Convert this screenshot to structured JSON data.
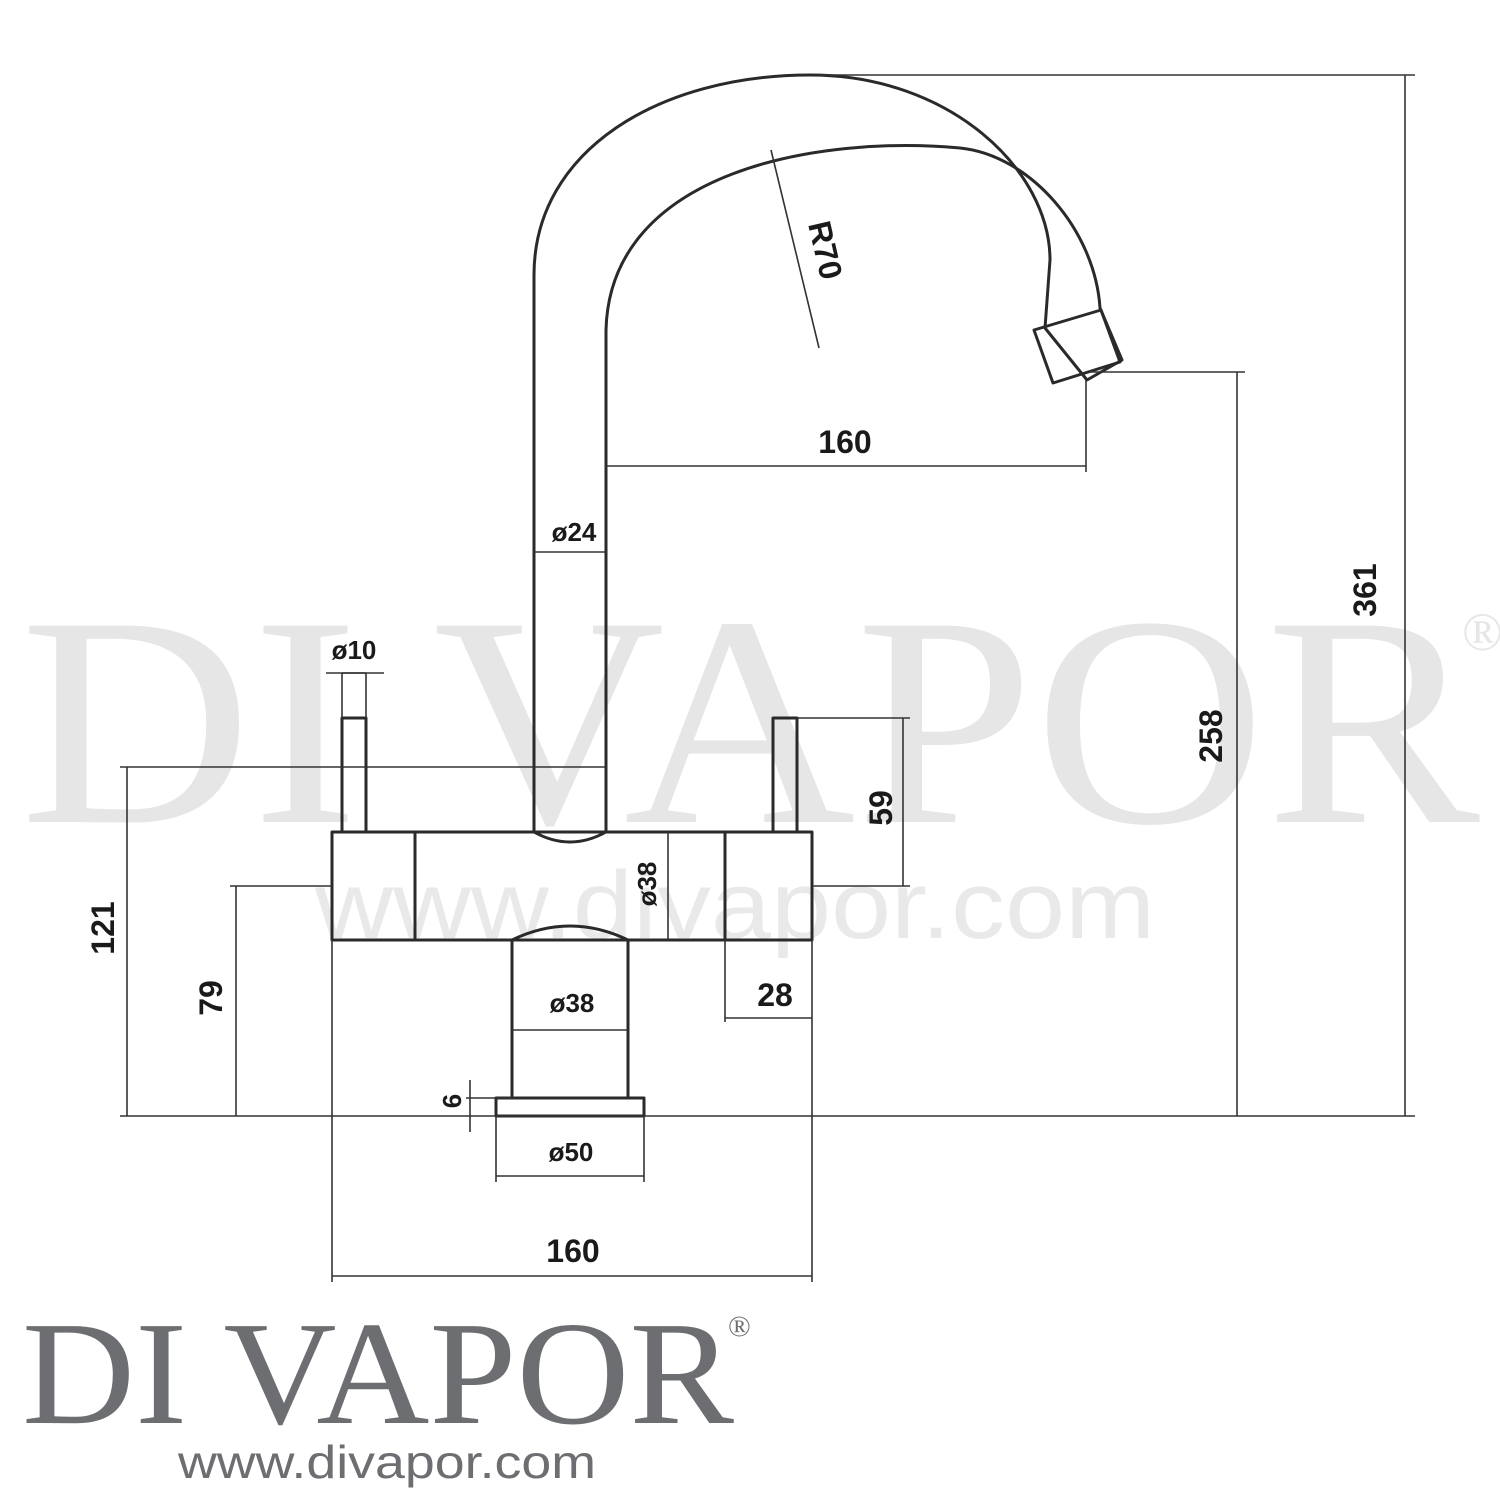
{
  "watermark": {
    "brand": "DI VAPOR",
    "registered": "®",
    "url": "www.divapor.com"
  },
  "dimensions": {
    "radius": "R70",
    "spout_reach": "160",
    "spout_diameter": "ø24",
    "handle_diameter": "ø10",
    "handle_height": "59",
    "body_diameter": "ø38",
    "stem_diameter": "ø38",
    "base_plate_height": "6",
    "base_diameter": "ø50",
    "body_width": "160",
    "end_cap_width": "28",
    "body_center_height": "79",
    "body_top_height": "121",
    "outlet_height": "258",
    "total_height": "361"
  },
  "logo": {
    "brand": "DI VAPOR",
    "registered": "®",
    "url": "www.divapor.com"
  }
}
